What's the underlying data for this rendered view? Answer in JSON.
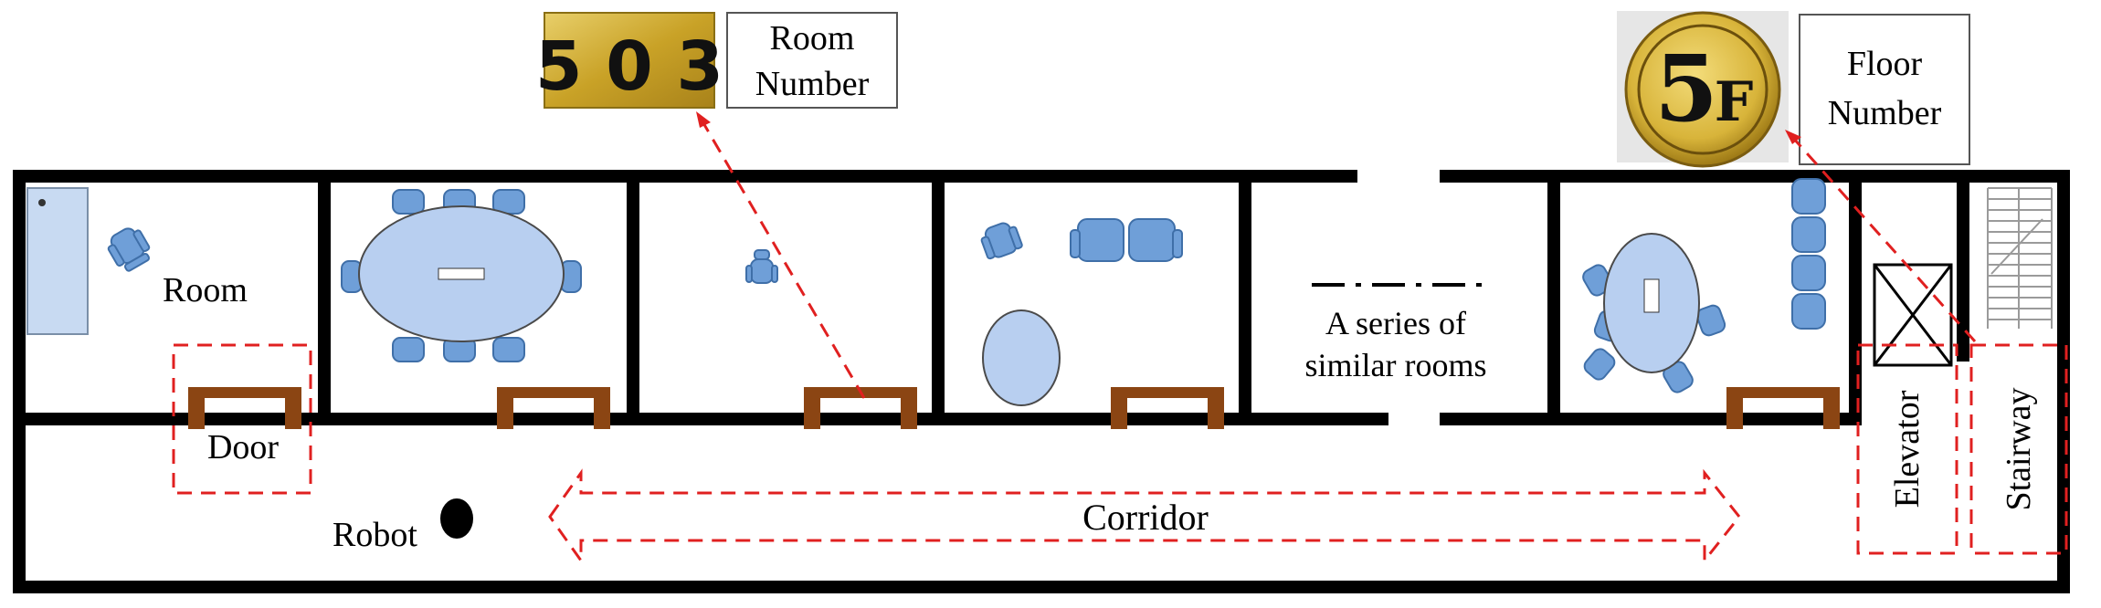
{
  "labels": {
    "room": "Room",
    "door": "Door",
    "robot": "Robot",
    "corridor": "Corridor",
    "series_line1": "A series of",
    "series_line2": "similar rooms",
    "elevator": "Elevator",
    "stairway": "Stairway",
    "room_number_line1": "Room",
    "room_number_line2": "Number",
    "floor_number_line1": "Floor",
    "floor_number_line2": "Number"
  },
  "plates": {
    "room_plate": "5 0 3",
    "floor_plate_digit": "5",
    "floor_plate_letter": "F"
  },
  "colors": {
    "wall": "#000000",
    "chair": "#6f9fd8",
    "table": "#b8cff0",
    "door": "#8b4513",
    "annotation": "#e02020",
    "plate_gold": "#c9a227"
  }
}
